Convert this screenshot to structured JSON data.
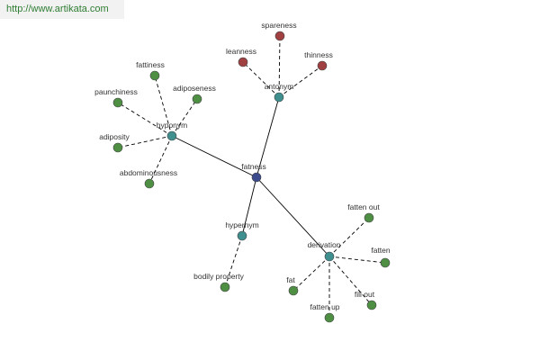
{
  "watermark": "http://www.artikata.com",
  "colors": {
    "center": "#3a4a8c",
    "relation": "#3f8f8f",
    "antonym_term": "#a04040",
    "term": "#4e8f44",
    "edge": "#000000"
  },
  "graph": {
    "center": {
      "id": "fatness",
      "label": "fatness"
    },
    "relations": [
      {
        "id": "hyponym",
        "label": "hyponym",
        "terms": [
          "fattiness",
          "paunchiness",
          "adiposeness",
          "adiposity",
          "abdominousness"
        ]
      },
      {
        "id": "antonym",
        "label": "antonym",
        "terms": [
          "spareness",
          "leanness",
          "thinness"
        ]
      },
      {
        "id": "hypernym",
        "label": "hypernym",
        "terms": [
          "bodily property"
        ]
      },
      {
        "id": "derivation",
        "label": "derivation",
        "terms": [
          "fatten out",
          "fatten",
          "fat",
          "fatten up",
          "fill out"
        ]
      }
    ]
  }
}
